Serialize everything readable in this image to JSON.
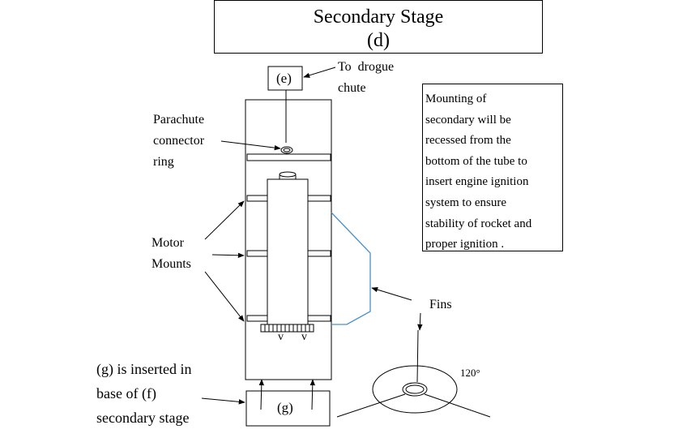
{
  "title": {
    "line1": "Secondary Stage",
    "line2": "(d)"
  },
  "labels": {
    "drogue_line1": "To  drogue",
    "drogue_line2": "chute",
    "box_e": "(e)",
    "box_g": "(g)",
    "parachute_line1": "Parachute",
    "parachute_line2": "connector",
    "parachute_line3": "ring",
    "motor_line1": "Motor",
    "motor_line2": "Mounts",
    "fins": "Fins",
    "angle": "120°",
    "inserted_line1": "(g) is inserted in",
    "inserted_line2": "base of (f)",
    "inserted_line3": "secondary stage",
    "v1": "v",
    "v2": "v"
  },
  "note": {
    "lines": [
      "Mounting of",
      "secondary will be",
      "recessed from the",
      "bottom of the tube to",
      "insert engine ignition",
      "system to ensure",
      "stability of rocket and",
      "proper ignition ."
    ]
  },
  "colors": {
    "fin": "#4a90c8",
    "ink": "#000000"
  }
}
